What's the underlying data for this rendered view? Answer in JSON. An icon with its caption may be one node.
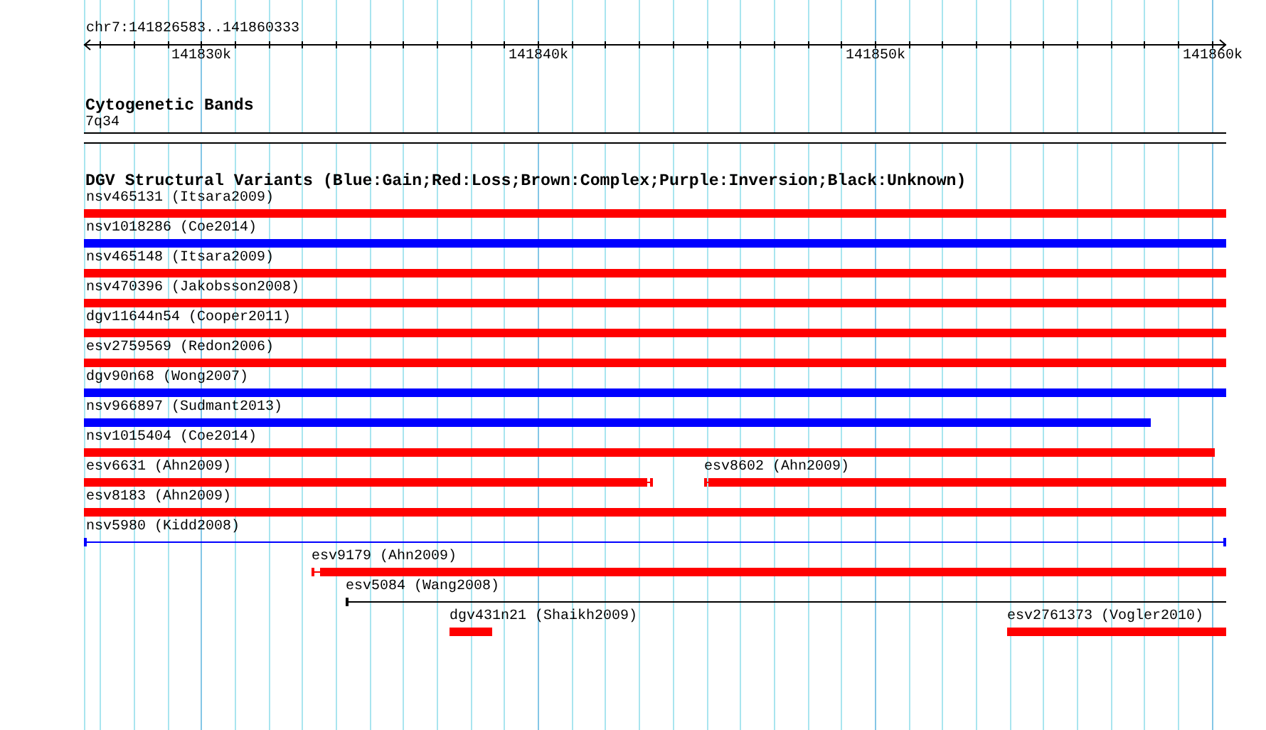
{
  "diagram": {
    "nodes": [
      {
        "text": [
          "7q34"
        ]
      },
      {
        "text": [
          "nsv465131 (Itsara2009)"
        ]
      },
      {
        "text": [
          "nsv1018286 (Coe2014)"
        ]
      },
      {
        "text": [
          "nsv465148 (Itsara2009)"
        ]
      },
      {
        "text": [
          "nsv470396 (Jakobsson2008)"
        ]
      },
      {
        "text": [
          "dgv11644n54 (Cooper2011)"
        ]
      },
      {
        "text": [
          "esv2759569 (Redon2006)"
        ]
      },
      {
        "text": [
          "dgv90n68 (Wong2007)"
        ]
      },
      {
        "text": [
          "nsv966897 (Sudmant2013)"
        ]
      },
      {
        "text": [
          "nsv1015404 (Coe2014)"
        ]
      },
      {
        "text": [
          "esv6631 (Ahn2009)"
        ]
      },
      {
        "text": [
          "esv8602 (Ahn2009)"
        ]
      },
      {
        "text": [
          "esv8183 (Ahn2009)"
        ]
      },
      {
        "text": [
          "nsv5980 (Kidd2008)"
        ]
      },
      {
        "text": [
          "esv9179 (Ahn2009)"
        ]
      },
      {
        "text": [
          "esv5084 (Wang2008)"
        ]
      },
      {
        "text": [
          "dgv431n21 (Shaikh2009)"
        ]
      },
      {
        "text": [
          "esv2761373 (Vogler2010)"
        ]
      }
    ],
    "labels": [
      "chr7:141826583..141860333",
      "141830k",
      "141840k",
      "141850k",
      "141860k",
      "Cytogenetic Bands",
      "DGV Structural Variants (Blue:Gain;Red:Loss;Brown:Complex;Purple:Inversion;Black:Unknown)"
    ]
  }
}
